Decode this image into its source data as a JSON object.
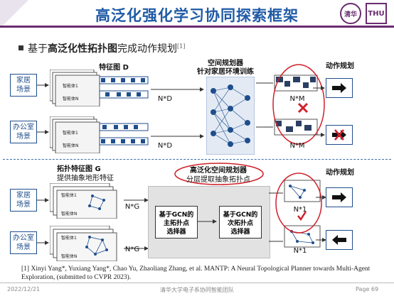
{
  "slide": {
    "title": "高泛化强化学习协同探索框架",
    "logo1_text": "清华",
    "logo2_text": "THU",
    "bullet_prefix": "基于",
    "bullet_bold": "高泛化性拓扑图",
    "bullet_suffix": "完成动作规划",
    "bullet_ref": "[1]"
  },
  "top": {
    "feature_title": "特征图 D",
    "planner_title_1": "空间规划器",
    "planner_title_2": "针对家居环境训练",
    "action_title": "动作规划",
    "scene_home": [
      "家居",
      "场景"
    ],
    "scene_office": [
      "办公室",
      "场景"
    ],
    "agent1": "智能体1",
    "agentN": "智能体N",
    "dim_nd": "N*D",
    "dim_nm": "N*M"
  },
  "bottom": {
    "topo_title": "拓扑特征图 G",
    "topo_subtitle": "提供抽象地形特征",
    "planner_title": "高泛化空间规划器",
    "planner_subtitle": "分层提取抽象拓扑点",
    "action_title": "动作规划",
    "gcn_main": [
      "基于GCN的",
      "主拓扑点",
      "选择器"
    ],
    "gcn_sub": [
      "基于GCN的",
      "次拓扑点",
      "选择器"
    ],
    "dim_ng": "N*G",
    "dim_n1": "N*1"
  },
  "reference": "[1] Xinyi Yang*, Yuxiang Yang*, Chao Yu, Zhaoliang Zhang, et al. MANTP: A Neural Topological Planner towards Multi-Agent Exploration, (submitted to CVPR 2023).",
  "footer": {
    "date": "2022/12/21",
    "center": "清华大学电子系协同智能团队",
    "page": "Page 69"
  },
  "colors": {
    "title": "#1f5aa6",
    "rule": "#6a2c70",
    "blue": "#1f4e8c",
    "red": "#d0202a"
  },
  "icons": [
    "university-seal-icon",
    "arrow-right-icon",
    "arrow-left-icon",
    "cross-mark-icon",
    "check-mark-icon",
    "neural-network-icon"
  ]
}
